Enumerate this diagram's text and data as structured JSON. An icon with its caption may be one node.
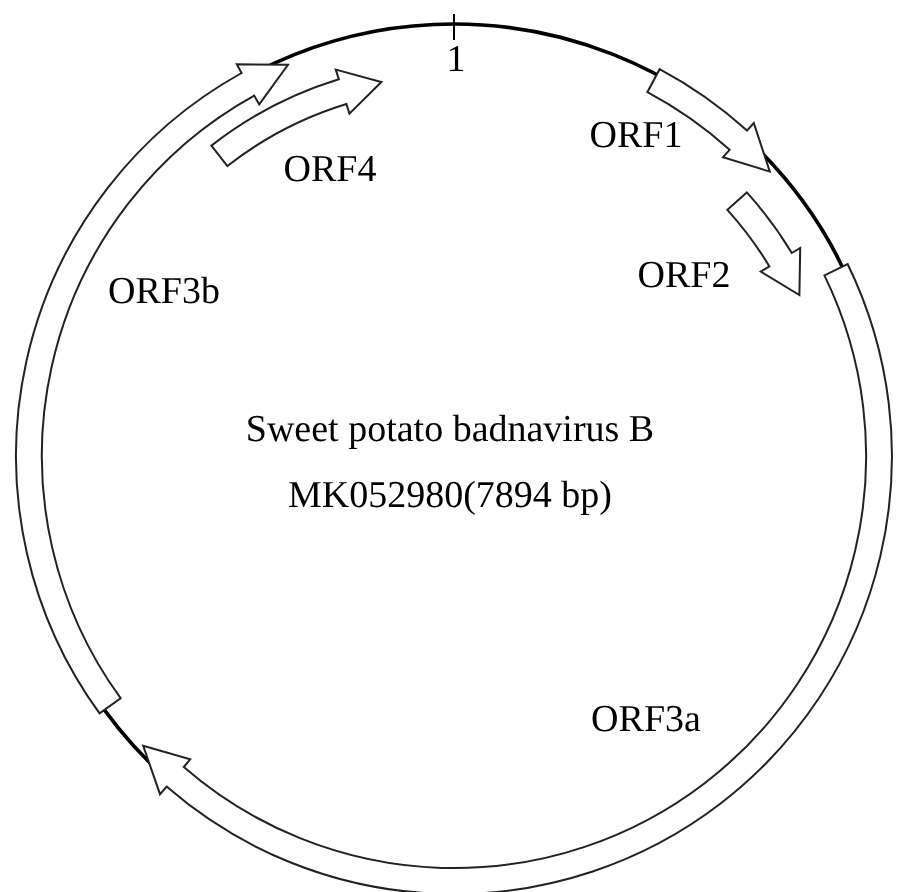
{
  "diagram": {
    "labels": [
      "1",
      "ORF1",
      "ORF4",
      "ORF3b",
      "ORF2",
      "Sweet potato badnavirus B",
      "MK052980(7894 bp)",
      "ORF3a"
    ]
  }
}
